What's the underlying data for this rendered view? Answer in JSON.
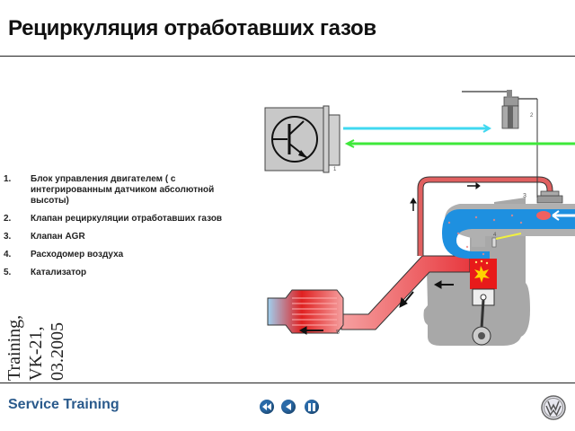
{
  "header": {
    "title": "Рециркуляция отработавших газов"
  },
  "legend": {
    "items": [
      {
        "num": "1.",
        "label": "Блок управления двигателем ( с интегрированным датчиком абсолютной высоты)"
      },
      {
        "num": "2.",
        "label": "Клапан рециркуляции отработавших газов"
      },
      {
        "num": "3.",
        "label": "Клапан AGR"
      },
      {
        "num": "4.",
        "label": "Расходомер воздуха"
      },
      {
        "num": "5.",
        "label": "Катализатор"
      }
    ]
  },
  "side_note": {
    "lines": [
      "Training,",
      "VK-21,",
      "03.2005"
    ]
  },
  "diagram": {
    "callouts": [
      "1",
      "2",
      "3",
      "4",
      "5"
    ],
    "colors": {
      "exhaust": "#e8393f",
      "intake": "#1e90e0",
      "signal_cyan": "#40d8f0",
      "signal_green": "#3ee83a",
      "engine_gray": "#a8a8a8",
      "sensor_yellow": "#f0f040"
    }
  },
  "footer": {
    "label": "Service Training",
    "nav": [
      {
        "name": "rewind",
        "icon": "rewind-icon"
      },
      {
        "name": "back",
        "icon": "back-icon"
      },
      {
        "name": "pause",
        "icon": "pause-icon"
      }
    ],
    "logo_text": "VW",
    "accent": "#2a5a8c"
  }
}
